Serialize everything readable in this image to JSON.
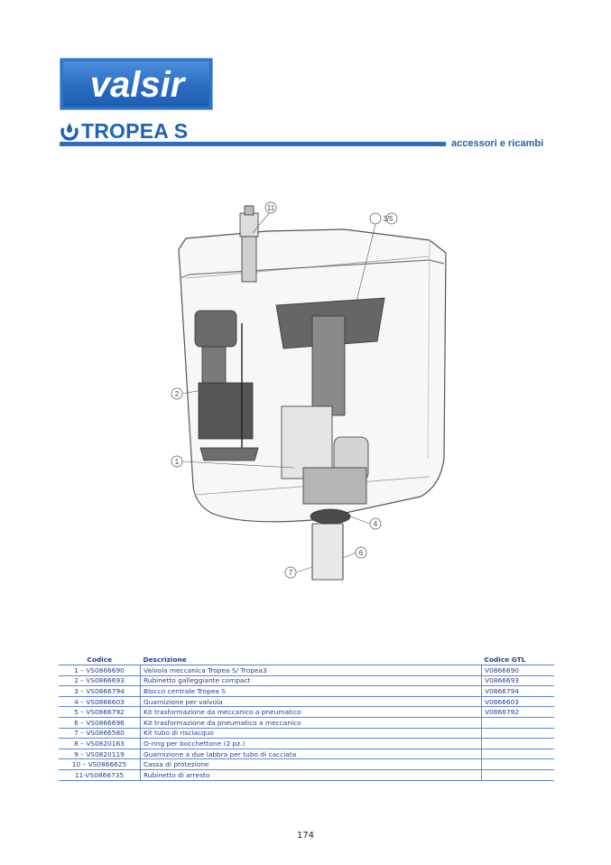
{
  "header": {
    "brand": "valsir",
    "title": "TROPEA S",
    "subtitle": "accessori e ricambi",
    "brand_color": "#2f74c6",
    "title_color": "#1e63b7"
  },
  "diagram": {
    "callouts": [
      "11",
      "3/5",
      "2",
      "1",
      "4",
      "6",
      "7"
    ]
  },
  "table": {
    "headers": [
      "Codice",
      "Descrizione",
      "Codice GTL"
    ],
    "rows": [
      [
        "1 – VS0866690",
        "Valvola meccanica Tropea S/ Tropea3",
        "V0866690"
      ],
      [
        "2 – VS0866693",
        "Rubinetto galleggiante compact",
        "V0866693"
      ],
      [
        "3 – VS0866794",
        "Blocco centrale Tropea S",
        "V0866794"
      ],
      [
        "4 – VS0866603",
        "Guarnizione per valvola",
        "V0866603"
      ],
      [
        "5 – VS0866792",
        "Kit trasformazione da meccanico a pneumatico",
        "V0866792"
      ],
      [
        "6 – VS0866696",
        "Kit trasformazione da pneumatico a meccanico",
        ""
      ],
      [
        "7 – VS0866580",
        "Kit tubo di risciacquo",
        ""
      ],
      [
        "8 – VS0820163",
        "O-ring per bocchettone (2 pz.)",
        ""
      ],
      [
        "9 – VS0820119",
        "Guarnizione a due labbra per tubo di cacciata",
        ""
      ],
      [
        "10 – VS0866625",
        "Cassa di protezione",
        ""
      ],
      [
        "11-VS0866735",
        "Rubinetto di arresto",
        ""
      ]
    ]
  },
  "page_number": "174"
}
